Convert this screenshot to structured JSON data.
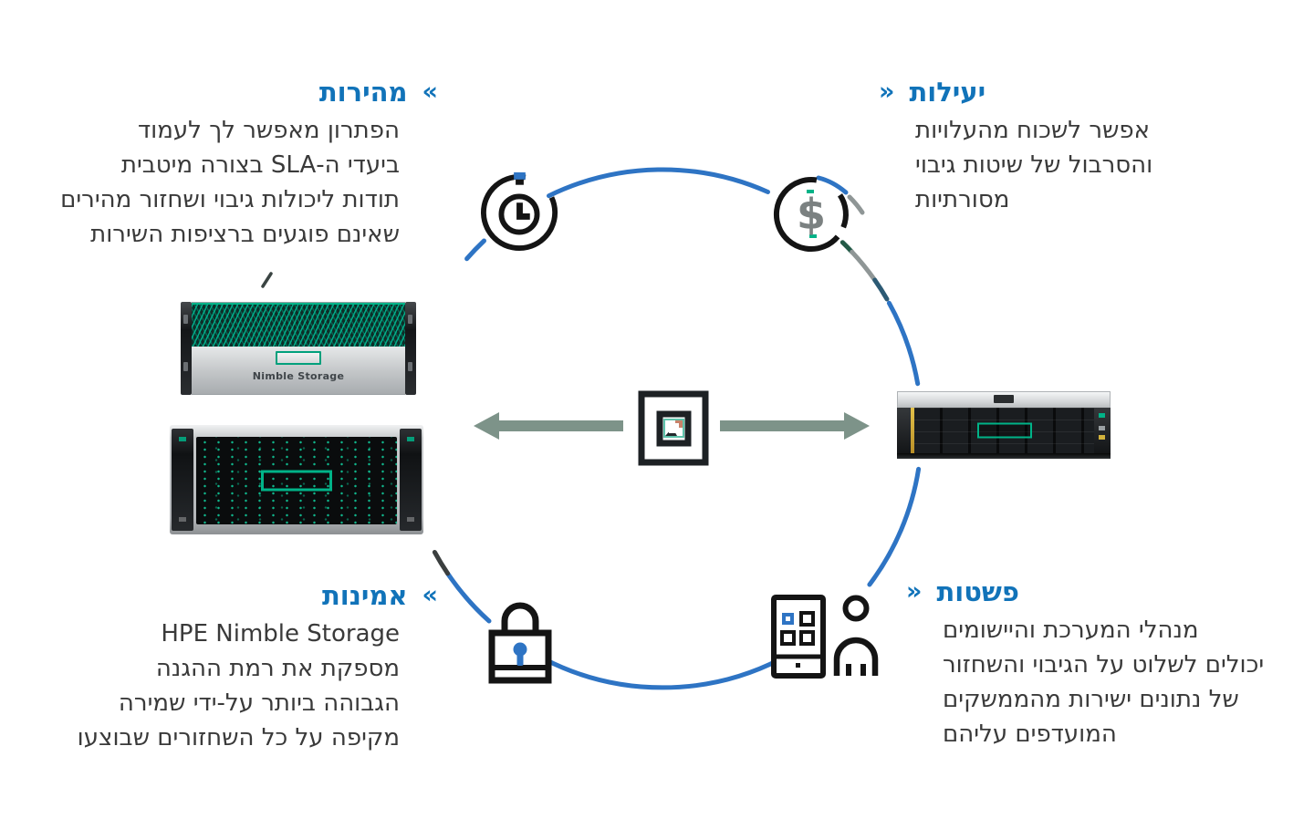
{
  "features": {
    "speed": {
      "title": "מהירות",
      "bullet": "«",
      "lines": [
        "הפתרון מאפשר לך לעמוד",
        "ביעדי ה-SLA בצורה מיטבית",
        "תודות ליכולות גיבוי ושחזור מהירים",
        "שאינם פוגעים ברציפות השירות"
      ]
    },
    "efficiency": {
      "title": "יעילות",
      "bullet": "»",
      "lines": [
        "אפשר לשכוח מהעלויות",
        "והסרבול של שיטות גיבוי",
        "מסורתיות"
      ]
    },
    "reliability": {
      "title": "אמינות",
      "bullet": "«",
      "lines": [
        "HPE Nimble Storage",
        "מספקת את רמת ההגנה",
        "הגבוהה ביותר על-ידי שמירה",
        "מקיפה על כל השחזורים שבוצעו"
      ]
    },
    "simplicity": {
      "title": "פשטות",
      "bullet": "»",
      "lines": [
        "מנהלי המערכת והיישומים",
        "יכולים לשלוט על הגיבוי והשחזור",
        "של נתונים ישירות מהממשקים",
        "המועדפים עליהם"
      ]
    }
  },
  "devices": {
    "nimble_label": "Nimble Storage"
  },
  "colors": {
    "title_blue": "#1173b9",
    "arc_blue": "#2e74c4",
    "hpe_green": "#00b388",
    "arrow_sage": "#7d9389",
    "icon_black": "#141414",
    "dollar_gray": "#7b8181"
  }
}
